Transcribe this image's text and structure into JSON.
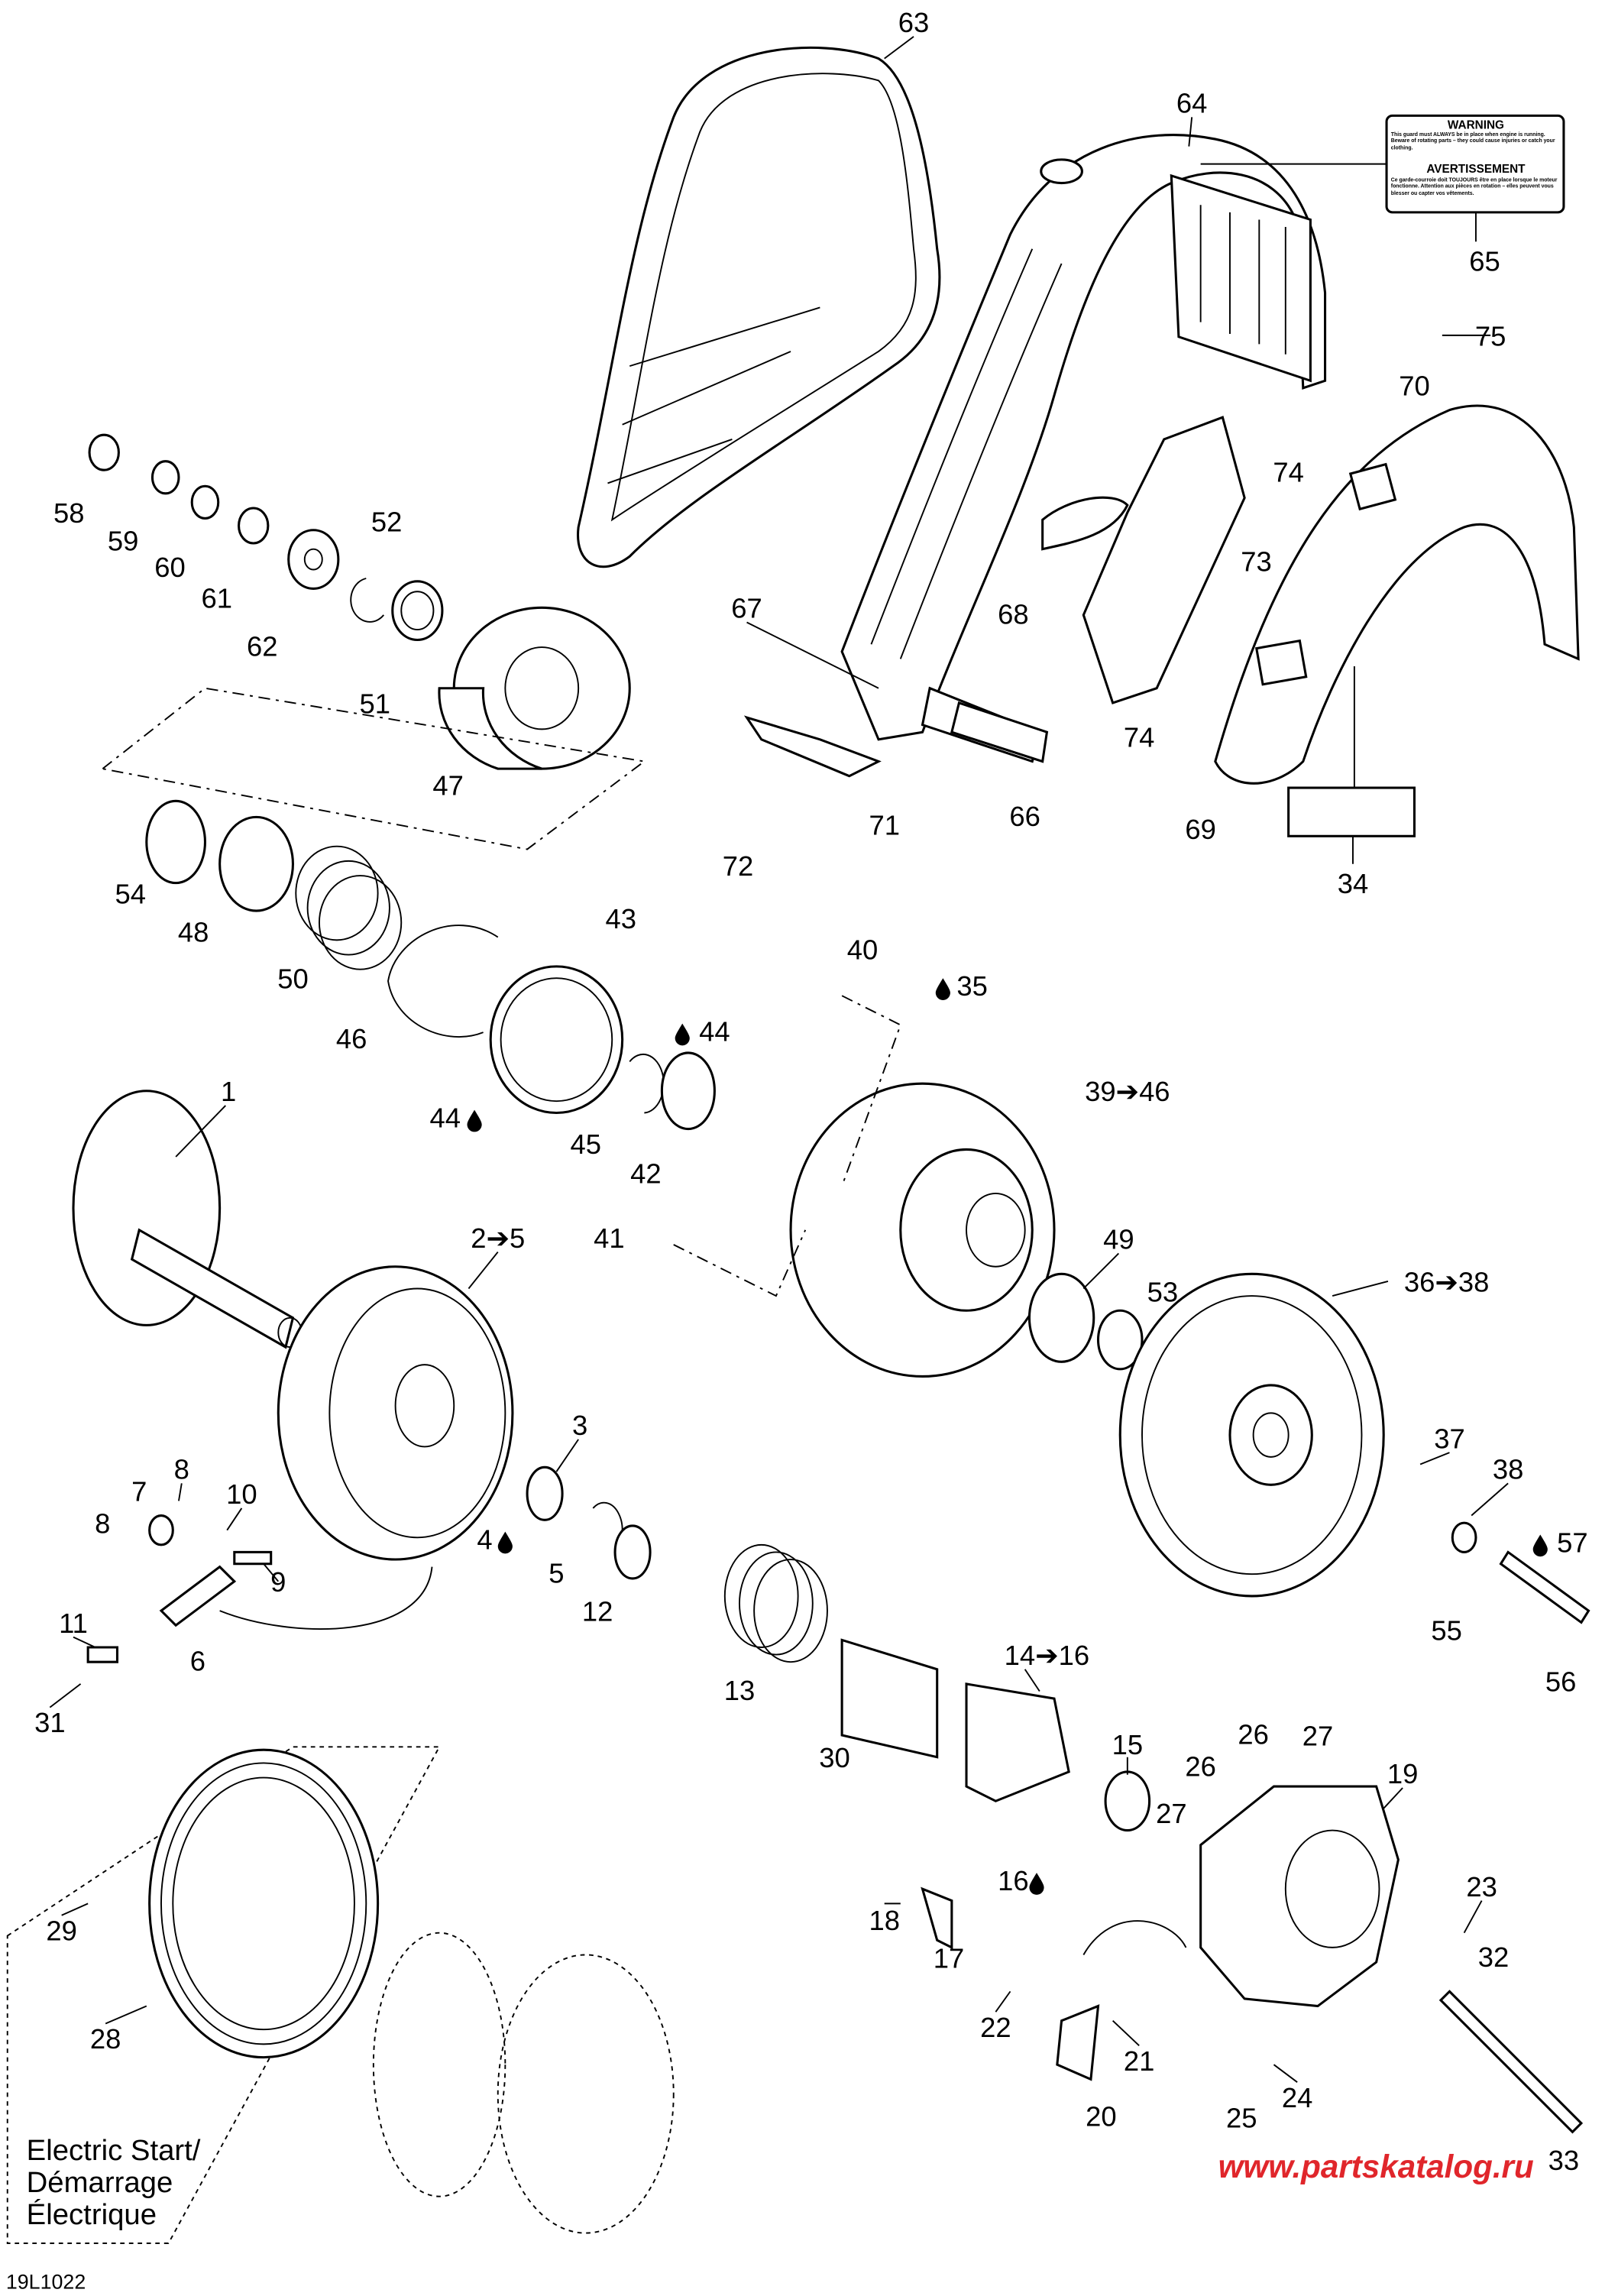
{
  "diagram": {
    "drawing_number": "19L1022",
    "watermark": "www.partskatalog.ru",
    "inset_label": [
      "Electric Start/",
      "Démarrage",
      "Électrique"
    ],
    "warning_label": {
      "title_en": "WARNING",
      "text_en": "This guard must ALWAYS be in place when engine is running. Beware of rotating parts – they could cause injuries or catch your clothing.",
      "title_fr": "AVERTISSEMENT",
      "text_fr": "Ce garde-courroie doit TOUJOURS être en place lorsque le moteur fonctionne. Attention aux pièces en rotation – elles peuvent vous blesser ou capter vos vêtements."
    },
    "callouts": [
      {
        "label": "63"
      },
      {
        "label": "64"
      },
      {
        "label": "65"
      },
      {
        "label": "75"
      },
      {
        "label": "70"
      },
      {
        "label": "74"
      },
      {
        "label": "73"
      },
      {
        "label": "74"
      },
      {
        "label": "68"
      },
      {
        "label": "67"
      },
      {
        "label": "66"
      },
      {
        "label": "71"
      },
      {
        "label": "72"
      },
      {
        "label": "69"
      },
      {
        "label": "34"
      },
      {
        "label": "58"
      },
      {
        "label": "59"
      },
      {
        "label": "60"
      },
      {
        "label": "61"
      },
      {
        "label": "62"
      },
      {
        "label": "52"
      },
      {
        "label": "51"
      },
      {
        "label": "47"
      },
      {
        "label": "54"
      },
      {
        "label": "48"
      },
      {
        "label": "50"
      },
      {
        "label": "46"
      },
      {
        "label": "43"
      },
      {
        "label": "44"
      },
      {
        "label": "44"
      },
      {
        "label": "45"
      },
      {
        "label": "42"
      },
      {
        "label": "40"
      },
      {
        "label": "35"
      },
      {
        "label": "39➔46"
      },
      {
        "label": "41"
      },
      {
        "label": "1"
      },
      {
        "label": "2➔5"
      },
      {
        "label": "49"
      },
      {
        "label": "53"
      },
      {
        "label": "36➔38"
      },
      {
        "label": "37"
      },
      {
        "label": "38"
      },
      {
        "label": "57"
      },
      {
        "label": "55"
      },
      {
        "label": "56"
      },
      {
        "label": "3"
      },
      {
        "label": "4"
      },
      {
        "label": "5"
      },
      {
        "label": "12"
      },
      {
        "label": "8"
      },
      {
        "label": "8"
      },
      {
        "label": "7"
      },
      {
        "label": "10"
      },
      {
        "label": "9"
      },
      {
        "label": "6"
      },
      {
        "label": "11"
      },
      {
        "label": "31"
      },
      {
        "label": "13"
      },
      {
        "label": "30"
      },
      {
        "label": "14➔16"
      },
      {
        "label": "15"
      },
      {
        "label": "16"
      },
      {
        "label": "26"
      },
      {
        "label": "26"
      },
      {
        "label": "27"
      },
      {
        "label": "27"
      },
      {
        "label": "19"
      },
      {
        "label": "23"
      },
      {
        "label": "32"
      },
      {
        "label": "18"
      },
      {
        "label": "17"
      },
      {
        "label": "22"
      },
      {
        "label": "21"
      },
      {
        "label": "20"
      },
      {
        "label": "24"
      },
      {
        "label": "25"
      },
      {
        "label": "33"
      },
      {
        "label": "29"
      },
      {
        "label": "28"
      }
    ]
  }
}
